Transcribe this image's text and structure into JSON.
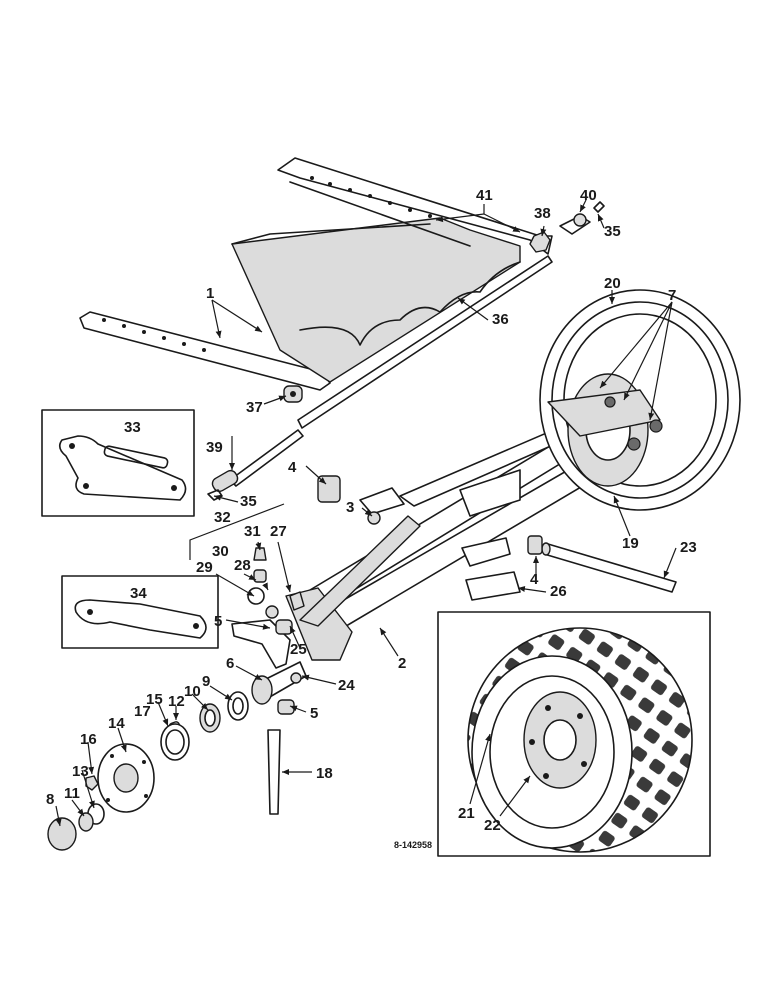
{
  "diagram": {
    "callouts": {
      "c1": "1",
      "c2": "2",
      "c3": "3",
      "c4a": "4",
      "c4b": "4",
      "c5a": "5",
      "c5b": "5",
      "c6": "6",
      "c7": "7",
      "c8": "8",
      "c9": "9",
      "c10": "10",
      "c11": "11",
      "c12": "12",
      "c13": "13",
      "c14": "14",
      "c15": "15",
      "c16": "16",
      "c17": "17",
      "c18": "18",
      "c19": "19",
      "c20": "20",
      "c21": "21",
      "c22": "22",
      "c23": "23",
      "c24": "24",
      "c25": "25",
      "c26": "26",
      "c27": "27",
      "c28": "28",
      "c29": "29",
      "c30": "30",
      "c31": "31",
      "c32": "32",
      "c33": "33",
      "c34": "34",
      "c35a": "35",
      "c35b": "35",
      "c36": "36",
      "c37": "37",
      "c38": "38",
      "c39": "39",
      "c40": "40",
      "c41": "41"
    },
    "document_number": "8-142958"
  }
}
